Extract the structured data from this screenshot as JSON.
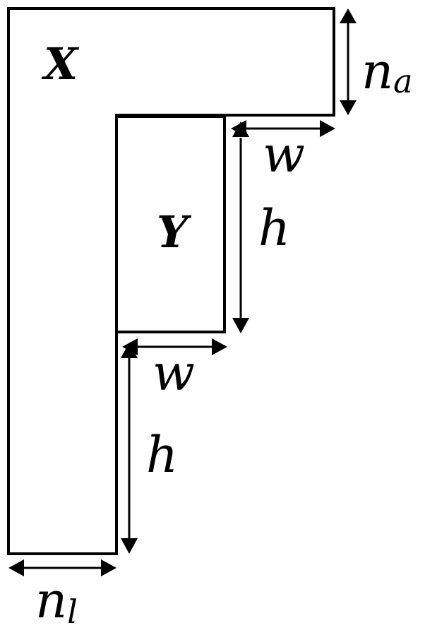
{
  "shapes": {
    "x_label": "X",
    "y_label": "Y"
  },
  "dimensions": {
    "n_a": {
      "main": "n",
      "sub": "a"
    },
    "n_l": {
      "main": "n",
      "sub": "l"
    },
    "w_top": "w",
    "h_top": "h",
    "w_bottom": "w",
    "h_bottom": "h"
  }
}
